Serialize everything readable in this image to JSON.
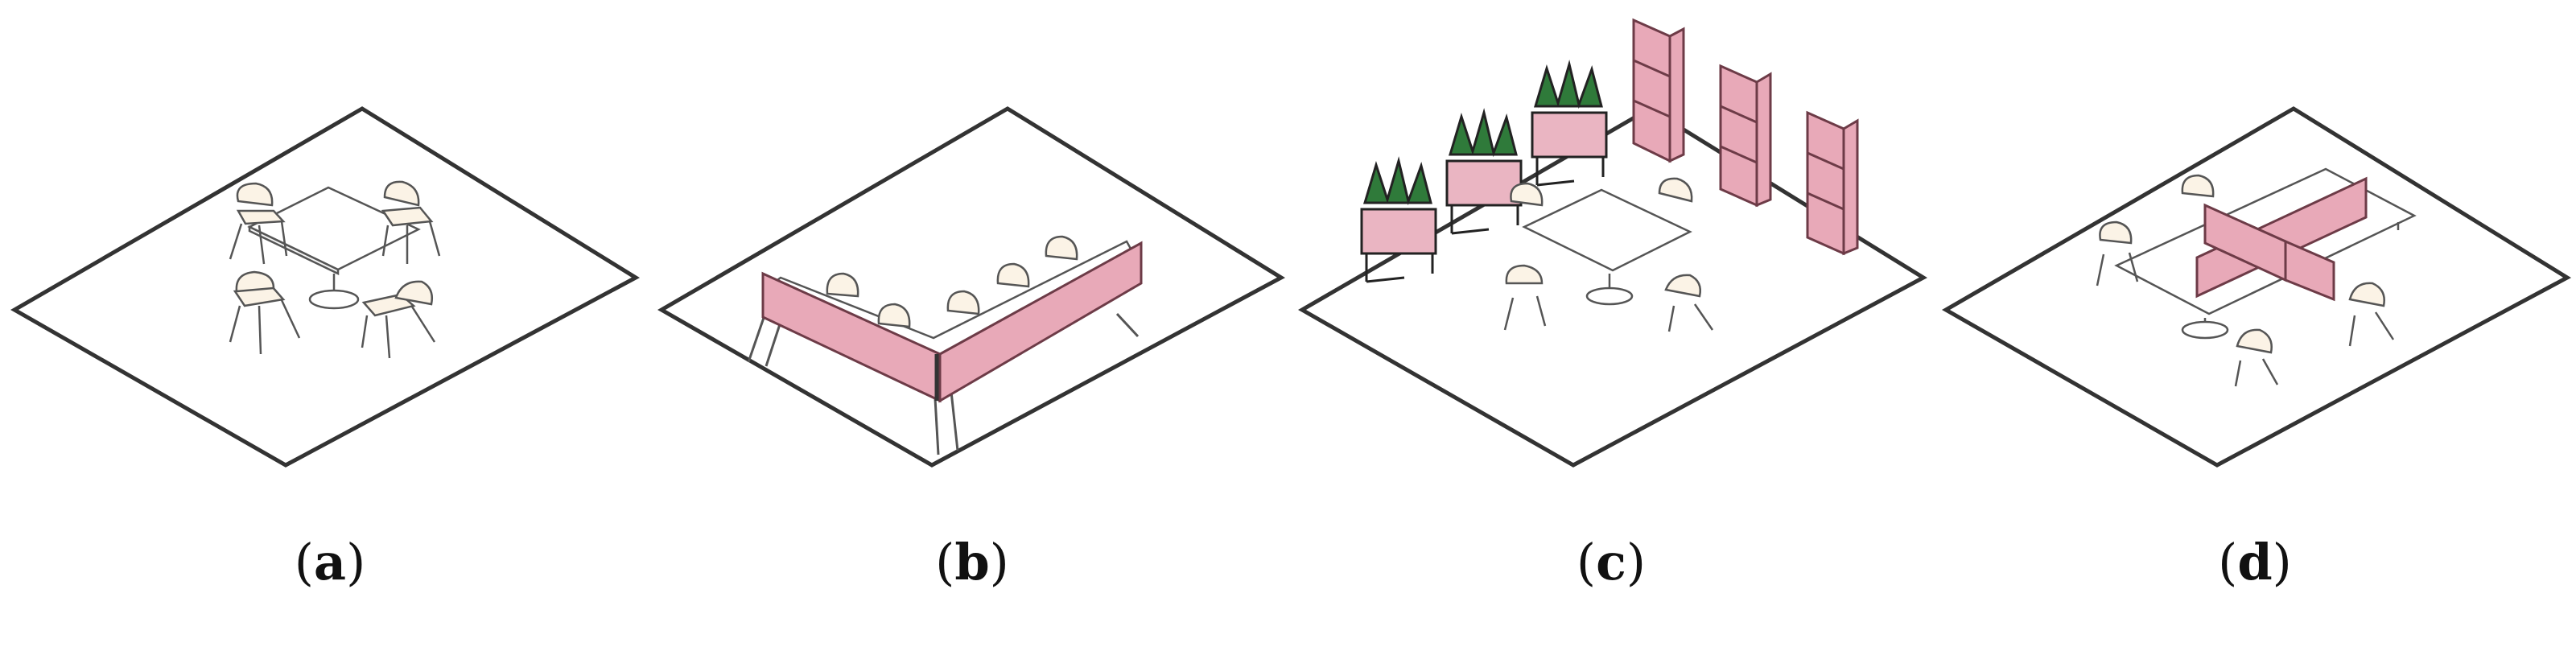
{
  "figure": {
    "panels": [
      {
        "id": "a",
        "letter": "a"
      },
      {
        "id": "b",
        "letter": "b"
      },
      {
        "id": "c",
        "letter": "c"
      },
      {
        "id": "d",
        "letter": "d"
      }
    ]
  },
  "colors": {
    "floor_outline": "#333333",
    "partition_fill": "#e8a9b8",
    "partition_stroke": "#6d3b47",
    "furniture_stroke": "#555555",
    "chair_fill": "#fbf3e6",
    "table_fill": "#ffffff",
    "plant_green": "#2f7a3a",
    "planter_fill": "#eab5c2"
  }
}
